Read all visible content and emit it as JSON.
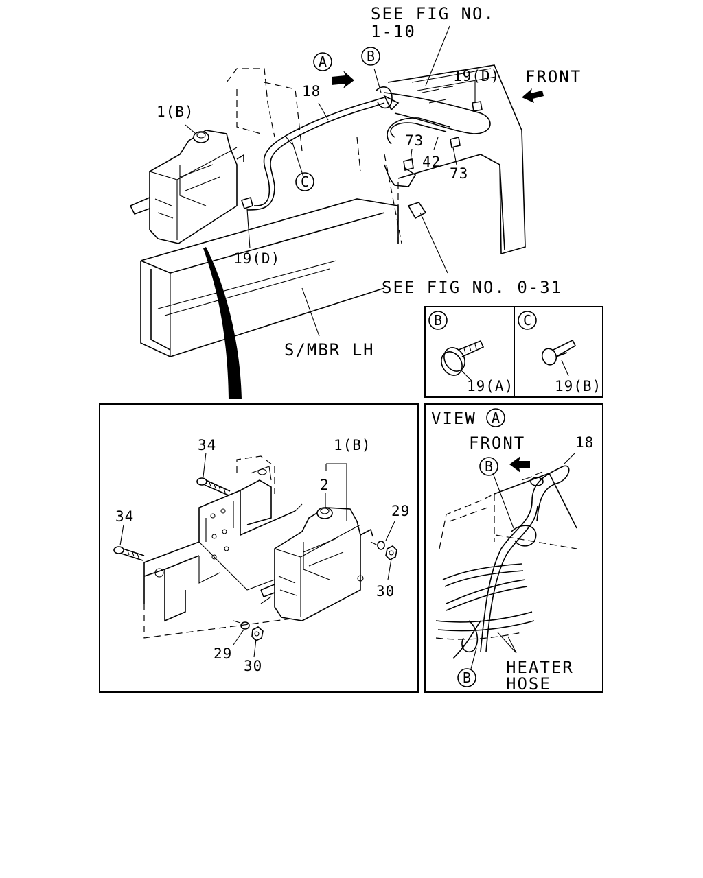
{
  "main": {
    "ref_fig_1_10_line1": "SEE FIG NO.",
    "ref_fig_1_10_line2": "1-10",
    "ref_fig_0_31": "SEE FIG NO. 0-31",
    "front_label": "FRONT",
    "sidemember_label": "S/MBR LH",
    "view_marker": "A",
    "detail_marker_b": "B",
    "detail_marker_c": "C",
    "parts": {
      "p1b": "1(B)",
      "p18": "18",
      "p19d_top": "19(D)",
      "p19d_left": "19(D)",
      "p73_a": "73",
      "p73_b": "73",
      "p42": "42"
    }
  },
  "detail_b": {
    "marker": "B",
    "part": "19(A)"
  },
  "detail_c": {
    "marker": "C",
    "part": "19(B)"
  },
  "exploded": {
    "p34_top": "34",
    "p34_left": "34",
    "p1b": "1(B)",
    "p2": "2",
    "p29_right": "29",
    "p30_right": "30",
    "p29_bottom": "29",
    "p30_bottom": "30"
  },
  "view_a": {
    "title": "VIEW",
    "marker": "A",
    "front_label": "FRONT",
    "p18": "18",
    "marker_b_top": "B",
    "marker_b_bottom": "B",
    "heater_line1": "HEATER",
    "heater_line2": "HOSE"
  }
}
